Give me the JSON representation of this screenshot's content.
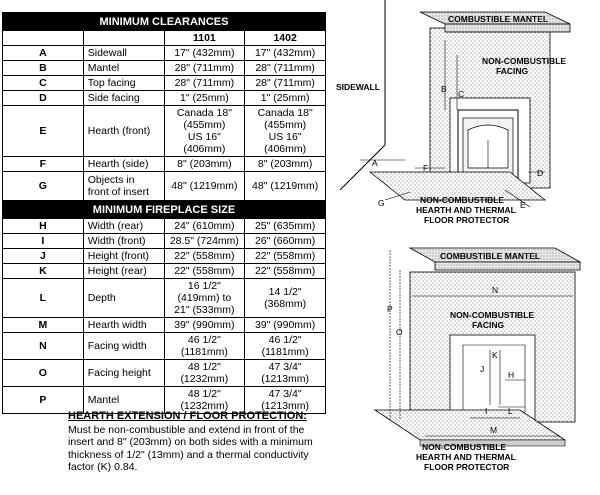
{
  "table": {
    "title_clearances": "MINIMUM CLEARANCES",
    "title_size": "MINIMUM FIREPLACE SIZE",
    "models": [
      "1101",
      "1402"
    ],
    "clearance_rows": [
      {
        "key": "A",
        "desc": "Sidewall",
        "v1": "17\" (432mm)",
        "v2": "17\" (432mm)"
      },
      {
        "key": "B",
        "desc": "Mantel",
        "v1": "28\" (711mm)",
        "v2": "28\" (711mm)"
      },
      {
        "key": "C",
        "desc": "Top facing",
        "v1": "28\" (711mm)",
        "v2": "28\" (711mm)"
      },
      {
        "key": "D",
        "desc": "Side facing",
        "v1": "1\" (25mm)",
        "v2": "1\" (25mm)"
      },
      {
        "key": "E",
        "desc": "Hearth (front)",
        "v1": "Canada 18\"\n(455mm)\nUS 16\" (406mm)",
        "v2": "Canada 18\"\n(455mm)\nUS 16\"(406mm)"
      },
      {
        "key": "F",
        "desc": "Hearth (side)",
        "v1": "8\" (203mm)",
        "v2": "8\" (203mm)"
      },
      {
        "key": "G",
        "desc": "Objects in\nfront of insert",
        "v1": "48\" (1219mm)",
        "v2": "48\" (1219mm)"
      }
    ],
    "size_rows": [
      {
        "key": "H",
        "desc": "Width (rear)",
        "v1": "24\" (610mm)",
        "v2": "25\" (635mm)"
      },
      {
        "key": "I",
        "desc": "Width (front)",
        "v1": "28.5\" (724mm)",
        "v2": "26\" (660mm)"
      },
      {
        "key": "J",
        "desc": "Height (front)",
        "v1": "22\" (558mm)",
        "v2": "22\" (558mm)"
      },
      {
        "key": "K",
        "desc": "Height (rear)",
        "v1": "22\" (558mm)",
        "v2": "22\" (558mm)"
      },
      {
        "key": "L",
        "desc": "Depth",
        "v1": "16 1/2\" (419mm) to\n21\" (533mm)",
        "v2": "14 1/2\" (368mm)"
      },
      {
        "key": "M",
        "desc": "Hearth width",
        "v1": "39\" (990mm)",
        "v2": "39\" (990mm)"
      },
      {
        "key": "N",
        "desc": "Facing width",
        "v1": "46 1/2\" (1181mm)",
        "v2": "46 1/2\" (1181mm)"
      },
      {
        "key": "O",
        "desc": "Facing height",
        "v1": "48 1/2\" (1232mm)",
        "v2": "47 3/4\" (1213mm)"
      },
      {
        "key": "P",
        "desc": "Mantel",
        "v1": "48 1/2\" (1232mm)",
        "v2": "47 3/4\" (1213mm)"
      }
    ]
  },
  "note": {
    "title": "HEARTH EXTENSION / FLOOR PROTECTION:",
    "body": "Must be non-combustible and extend in front of the insert and 8\" (203mm) on both sides with a minimum thickness of 1/2\" (13mm) and a thermal conductivity factor (K) 0.84."
  },
  "diagram": {
    "top": {
      "mantel": "COMBUSTIBLE MANTEL",
      "facing": [
        "NON-COMBUSTIBLE",
        "FACING"
      ],
      "sidewall": "SIDEWALL",
      "hearth": [
        "NON-COMBUSTIBLE",
        "HEARTH AND THERMAL",
        "FLOOR PROTECTOR"
      ],
      "letters": [
        "A",
        "B",
        "C",
        "D",
        "E",
        "F",
        "G"
      ]
    },
    "bottom": {
      "mantel": "COMBUSTIBLE MANTEL",
      "facing": [
        "NON-COMBUSTIBLE",
        "FACING"
      ],
      "hearth": [
        "NON-COMBUSTIBLE",
        "HEARTH AND THERMAL",
        "FLOOR PROTECTOR"
      ],
      "letters": [
        "N",
        "P",
        "O",
        "K",
        "J",
        "H",
        "I",
        "L",
        "M"
      ]
    }
  }
}
